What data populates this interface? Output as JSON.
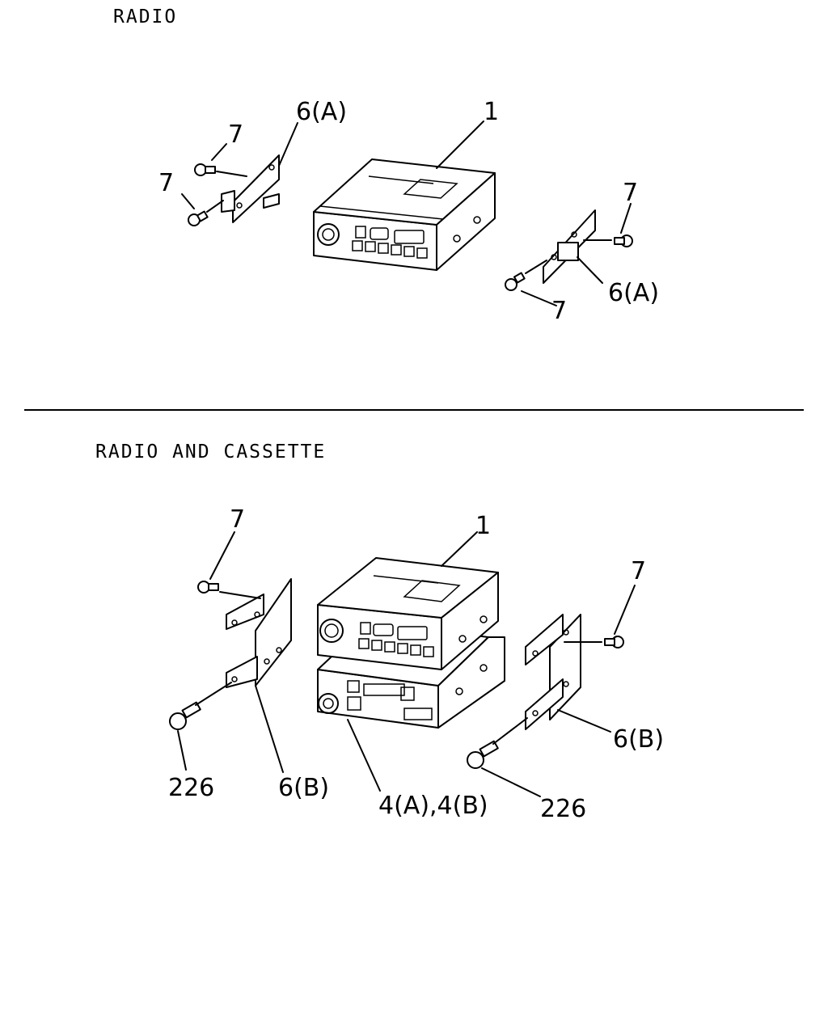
{
  "sections": {
    "radio": {
      "title": "RADIO",
      "labels": {
        "unit": "1",
        "bracket_left": "6(A)",
        "bracket_right": "6(A)",
        "screw_a": "7",
        "screw_b": "7",
        "screw_c": "7",
        "screw_d": "7"
      }
    },
    "radio_cassette": {
      "title": "RADIO AND CASSETTE",
      "labels": {
        "unit": "1",
        "cassette": "4(A),4(B)",
        "bracket_left": "6(B)",
        "bracket_right": "6(B)",
        "screw_left": "7",
        "screw_right": "7",
        "bolt_left": "226",
        "bolt_right": "226"
      }
    }
  }
}
